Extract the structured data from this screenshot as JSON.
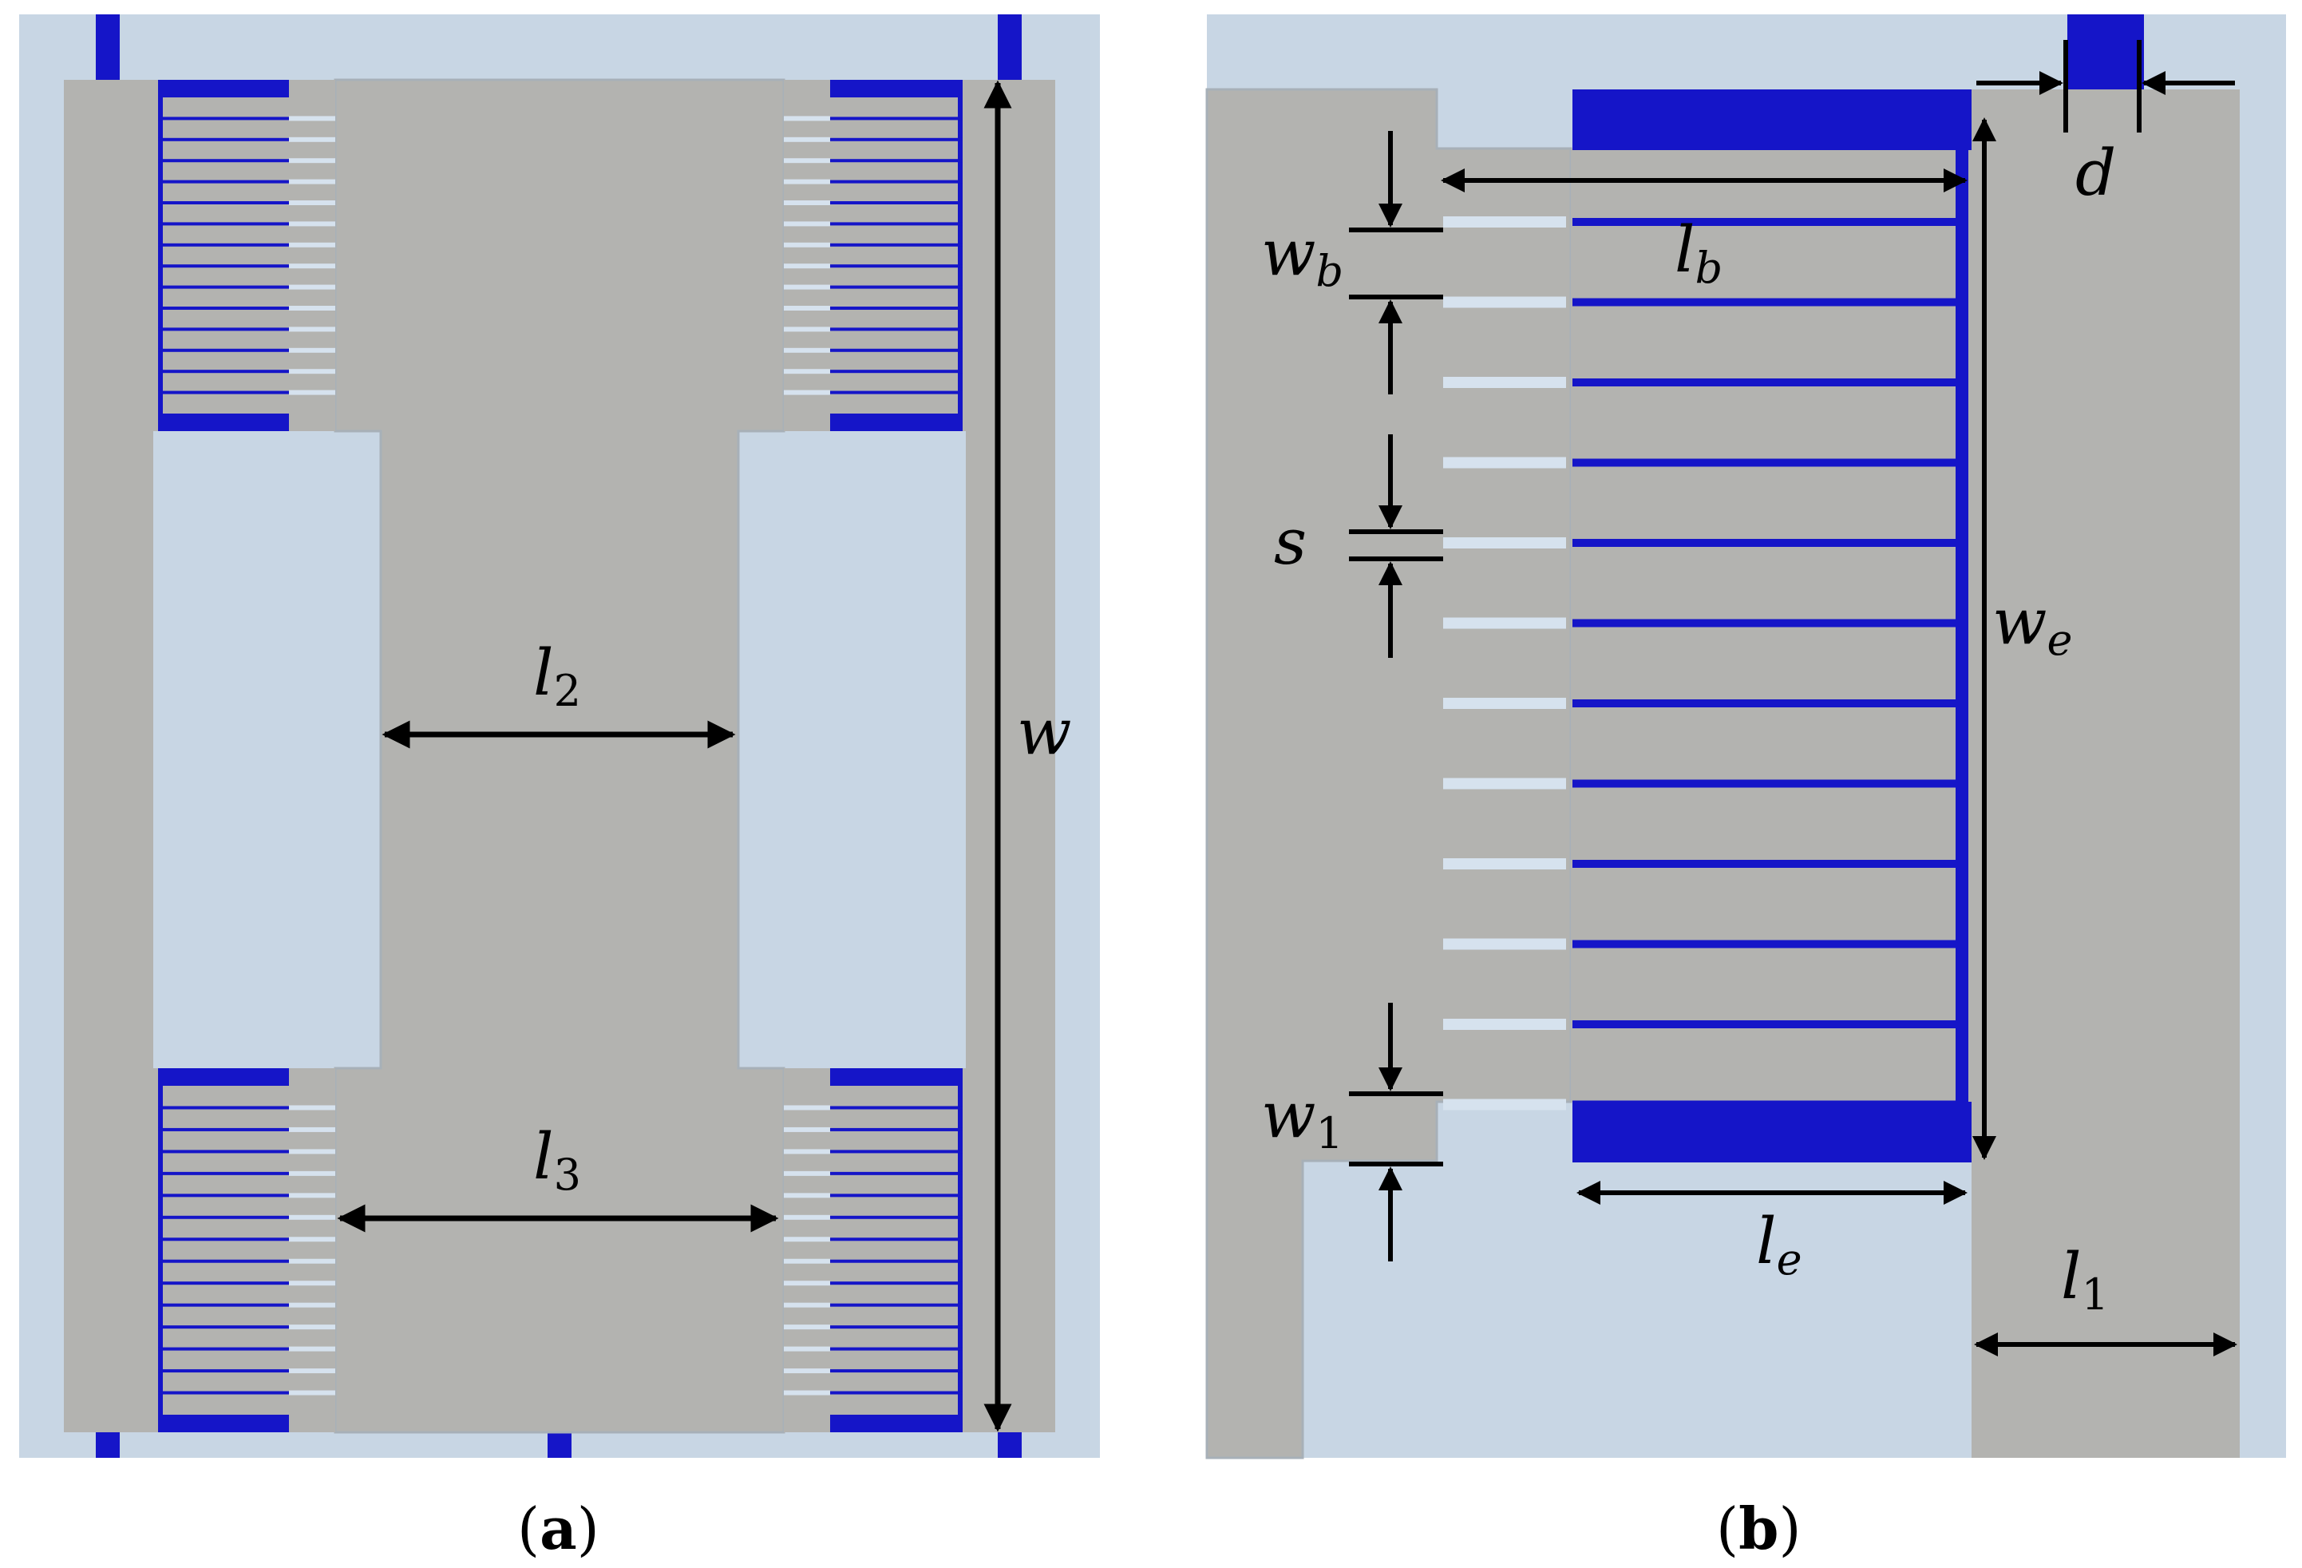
{
  "colors": {
    "background": "#c8d6e4",
    "substrate": "#b3b3b0",
    "substrate_edge": "#a7b0b8",
    "electrode": "#1515c8",
    "slit": "#d6e2ee",
    "arrow": "#000000"
  },
  "panel_a": {
    "caption_letter": "a",
    "labels": {
      "l2": {
        "main": "l",
        "sub": "2"
      },
      "l3": {
        "main": "l",
        "sub": "3"
      },
      "w": {
        "main": "w",
        "sub": ""
      }
    },
    "finger_count": 14
  },
  "panel_b": {
    "caption_letter": "b",
    "labels": {
      "d": {
        "main": "d",
        "sub": ""
      },
      "lb": {
        "main": "l",
        "sub": "b"
      },
      "wb": {
        "main": "w",
        "sub": "b"
      },
      "s": {
        "main": "s",
        "sub": ""
      },
      "we": {
        "main": "w",
        "sub": "e"
      },
      "w1": {
        "main": "w",
        "sub": "1"
      },
      "le": {
        "main": "l",
        "sub": "e"
      },
      "l1": {
        "main": "l",
        "sub": "1"
      }
    },
    "finger_count": 12
  },
  "icons": {
    "dimension_arrow": "double-headed-arrow",
    "pointer_arrow": "arrow-head"
  }
}
